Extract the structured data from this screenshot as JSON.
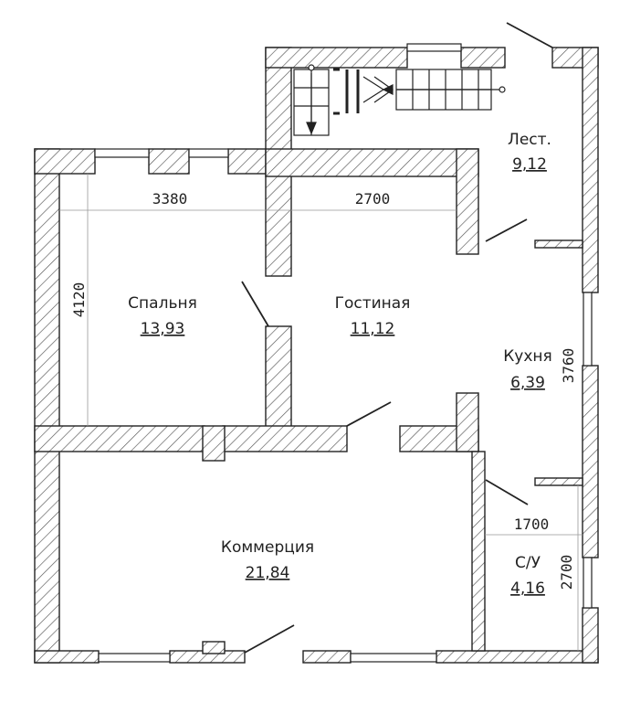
{
  "rooms": {
    "stair": {
      "name": "Лест.",
      "area": "9,12"
    },
    "bedroom": {
      "name": "Спальня",
      "area": "13,93"
    },
    "living": {
      "name": "Гостиная",
      "area": "11,12"
    },
    "kitchen": {
      "name": "Кухня",
      "area": "6,39"
    },
    "commerce": {
      "name": "Коммерция",
      "area": "21,84"
    },
    "bath": {
      "name": "С/У",
      "area": "4,16"
    }
  },
  "dimensions": {
    "bedroom_width": "3380",
    "living_width": "2700",
    "bedroom_height": "4120",
    "kitchen_height": "3760",
    "bath_width": "1700",
    "bath_height": "2700"
  },
  "colors": {
    "wall_hatch": "#444444",
    "line": "#222222",
    "background": "#ffffff"
  }
}
